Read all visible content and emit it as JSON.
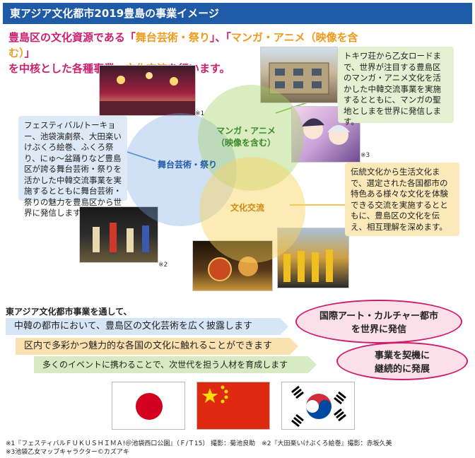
{
  "header": {
    "title": "東アジア文化都市2019豊島の事業イメージ"
  },
  "intro": {
    "line1_pre": "豊島区の文化資源である「",
    "line1_hl1": "舞台芸術・祭り",
    "line1_mid": "」、「",
    "line1_hl2": "マンガ・アニメ（映像を含む）",
    "line1_post": "」",
    "line2_pre": "を中核とした各種事業、",
    "line2_hl": "文化交流",
    "line2_post": "を行います。"
  },
  "circles": {
    "stage": "舞台芸術・祭り",
    "manga": "マンガ・アニメ\n（映像を含む）",
    "exchange": "文化交流"
  },
  "boxes": {
    "stage": "フェスティバル/トーキョー、池袋演劇祭、大田楽いけぶくろ絵巻、ふくろ祭り、にゅ～盆踊りなど豊島区が誇る舞台芸術・祭りを活かした中韓交流事業を実施するとともに舞台芸術・祭りの魅力を豊島区から世界に発信します。",
    "manga": "トキワ荘から乙女ロードまで、世界が注目する豊島区のマンガ・アニメ文化を活かした中韓交流事業を実施するとともに、マンガの聖地としまを世界に発信します。",
    "exchange": "伝統文化から生活文化まで、選定された各国都市の特色ある様々な文化を体験できる交流を実施するとともに、豊島区の文化を伝え、相互理解を深めます。"
  },
  "notes": {
    "n1": "※1",
    "n2": "※2",
    "n3": "※3"
  },
  "bottom": {
    "lead": "東アジア文化都市事業を通して、",
    "arrows": [
      "中韓の都市において、豊島区の文化芸術を広く披露します",
      "区内で多彩かつ魅力的な各国の文化に触れることができます",
      "多くのイベントに携わることで、次世代を担う人材を育成します"
    ],
    "oval1": {
      "l1": "国際アート・カルチャー都市",
      "l2": "を世界に発信"
    },
    "oval2": {
      "l1": "事業を契機に",
      "l2": "継続的に発展"
    }
  },
  "footnotes": {
    "f1": "※1『フェスティバルＦＵＫＵＳＨＩＭＡ!＠池袋西口公園』（Ｆ/Ｔ15） 撮影：菊池良助　※2『大田楽いけぶくろ絵巻』撮影：赤坂久美",
    "f2": "※3池袋乙女マップキャラクター©カズアキ"
  },
  "colors": {
    "header_bg": "#1f5aa6",
    "accent_pink": "#cc1f6e",
    "accent_orange": "#f09a1c",
    "arrow_blue": "#d7e6f7",
    "arrow_orange": "#fbe1b0",
    "arrow_green": "#d6ebc1"
  },
  "flags": [
    "japan-flag",
    "china-flag",
    "korea-flag"
  ]
}
